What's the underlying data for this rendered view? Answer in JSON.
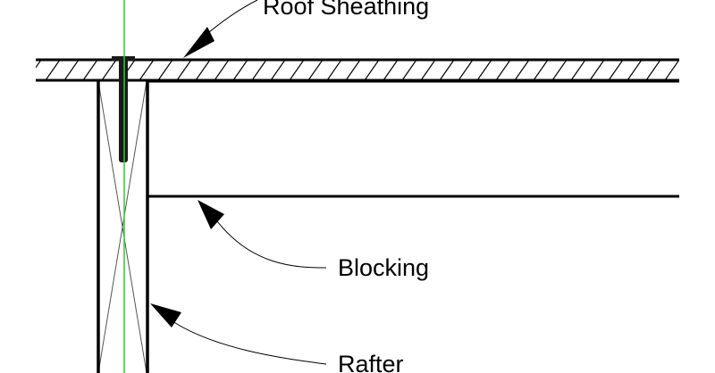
{
  "diagram": {
    "labels": {
      "sheathing": "Roof Sheathing",
      "blocking": "Blocking",
      "rafter": "Rafter"
    },
    "colors": {
      "line": "#000000",
      "background": "#ffffff",
      "hatch": "#000000",
      "centerline": "#2ecc2e",
      "fastener": "#1a1a1a"
    }
  }
}
